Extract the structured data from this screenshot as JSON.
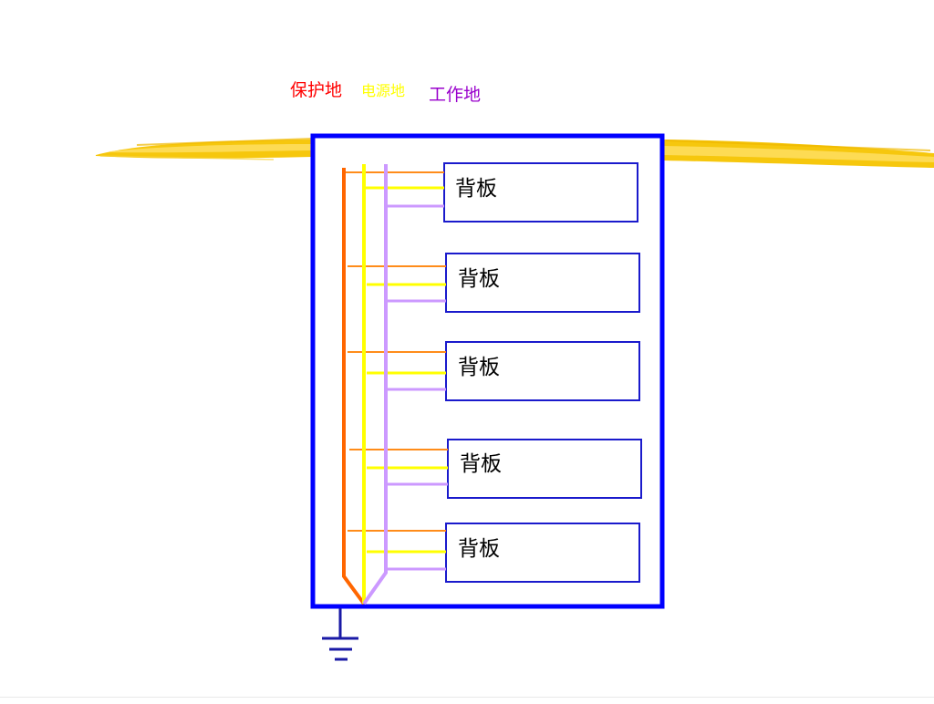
{
  "legend": {
    "protective_ground": "保护地",
    "power_ground": "电源地",
    "working_ground": "工作地"
  },
  "backplanes": [
    {
      "label": "背板"
    },
    {
      "label": "背板"
    },
    {
      "label": "背板"
    },
    {
      "label": "背板"
    },
    {
      "label": "背板"
    }
  ],
  "colors": {
    "cabinet_border": "#0000ff",
    "backplane_border": "#1a1acc",
    "protective_ground": "#ff6600",
    "power_ground": "#ffff00",
    "working_ground": "#cc99ff",
    "underline_brush": "#f2c200",
    "ground_symbol": "#1a1aa6"
  },
  "icons": {
    "ground_symbol": "earth-ground-icon",
    "decorative_stroke": "brush-underline"
  }
}
